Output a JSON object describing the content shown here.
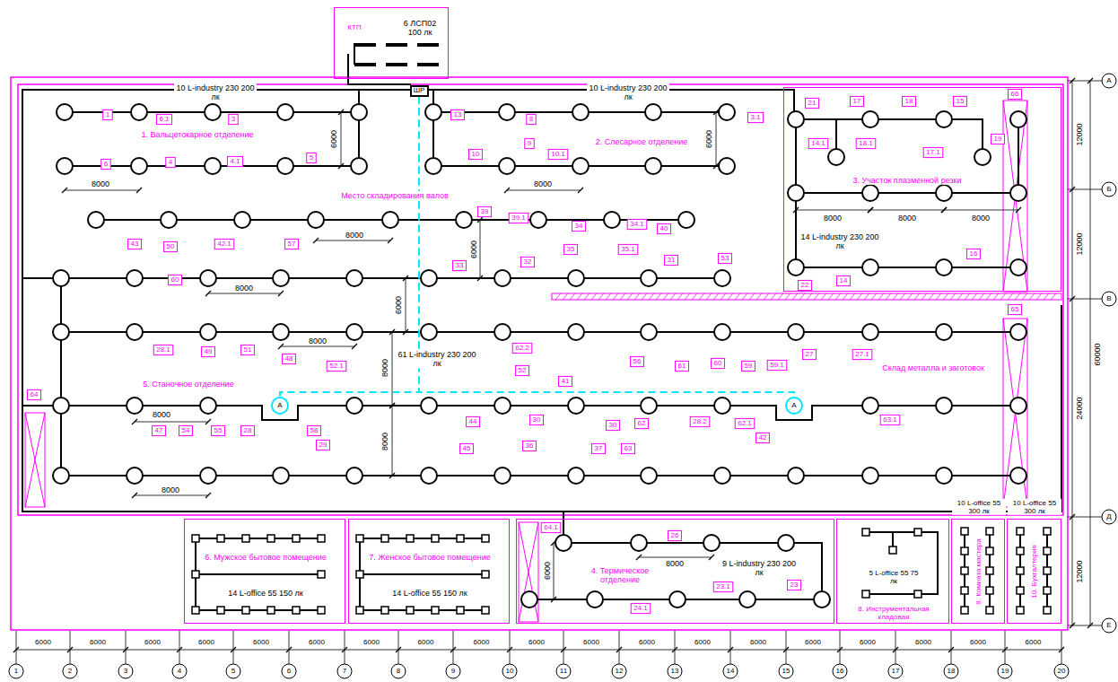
{
  "diagram": {
    "nodes": [
      {
        "text": [
          "КТП",
          "6 ЛСП02 100 лк"
        ]
      },
      {
        "text": [
          "ШР"
        ]
      },
      {
        "text": [
          "3. Участок плазменной резки",
          "14 L-industry 230 200 лк"
        ]
      },
      {
        "text": [
          "A"
        ]
      },
      {
        "text": [
          "A"
        ]
      },
      {
        "text": [
          "6. Мужское бытовое помещение",
          "14 L-office 55 150 лк"
        ]
      },
      {
        "text": [
          "7. Женское бытовое помещение",
          "14 L-office 55 150 лк"
        ]
      },
      {
        "text": [
          "4. Термическое отделение",
          "9 L-industry 230 200 лк"
        ]
      },
      {
        "text": [
          "5 L-office 55 75 лк",
          "8. Инструментальная кладовая"
        ]
      },
      {
        "text": [
          "10 L-office 55 300 лк",
          "9. Комната мастера"
        ]
      },
      {
        "text": [
          "10 L-office 55 300 лк",
          "10. Бухгалтерия"
        ]
      }
    ],
    "edges": [
      {
        "from": 1,
        "to": 3,
        "arrow": "none"
      },
      {
        "from": 1,
        "to": 4,
        "arrow": "none"
      }
    ],
    "labels": [
      "10 L-industry 230 200 лк",
      "1. Вальцетокарное отделение",
      "10 L-industry 230 200 лк",
      "2. Слесарное отделение",
      "Место складирования валов",
      "61 L-industry 230 200 лк",
      "5. Станочное отделение",
      "Склад металла и заготовок",
      "8000",
      "8000",
      "8000",
      "8000",
      "8000",
      "8000",
      "8000",
      "8000",
      "8000",
      "8000",
      "8000",
      "6000",
      "6000",
      "6000",
      "6000",
      "8000",
      "8000",
      "6000",
      "1",
      "6.1",
      "3",
      "6",
      "4",
      "4.1",
      "5",
      "13",
      "8",
      "9",
      "10",
      "10.1",
      "3.1",
      "21",
      "17",
      "18",
      "15",
      "19",
      "14.1",
      "18.1",
      "17.1",
      "22",
      "14",
      "16",
      "43",
      "50",
      "42.1",
      "57",
      "39",
      "39.1",
      "34",
      "34.1",
      "40",
      "35",
      "35.1",
      "31",
      "53",
      "33",
      "32",
      "60",
      "28.1",
      "49",
      "51",
      "48",
      "52.1",
      "62.2",
      "52",
      "56",
      "41",
      "61",
      "60",
      "59",
      "59.1",
      "27",
      "27.1",
      "47",
      "54",
      "55",
      "28",
      "58",
      "29",
      "44",
      "30",
      "30",
      "62",
      "28.2",
      "62.1",
      "42",
      "63.1",
      "45",
      "36",
      "37",
      "63",
      "64",
      "65",
      "66",
      "24.1",
      "23.1",
      "23",
      "64.1",
      "26",
      "12000",
      "12000",
      "24000",
      "60000",
      "12000",
      "А",
      "Б",
      "В",
      "Д",
      "Е",
      "6000",
      "6000",
      "6000",
      "6000",
      "6000",
      "6000",
      "6000",
      "6000",
      "6000",
      "6000",
      "6000",
      "6000",
      "6000",
      "6000",
      "6000",
      "6000",
      "6000",
      "6000",
      "6000",
      "1",
      "2",
      "3",
      "4",
      "5",
      "6",
      "7",
      "8",
      "9",
      "10",
      "11",
      "12",
      "13",
      "14",
      "15",
      "16",
      "17",
      "18",
      "19",
      "20"
    ]
  }
}
